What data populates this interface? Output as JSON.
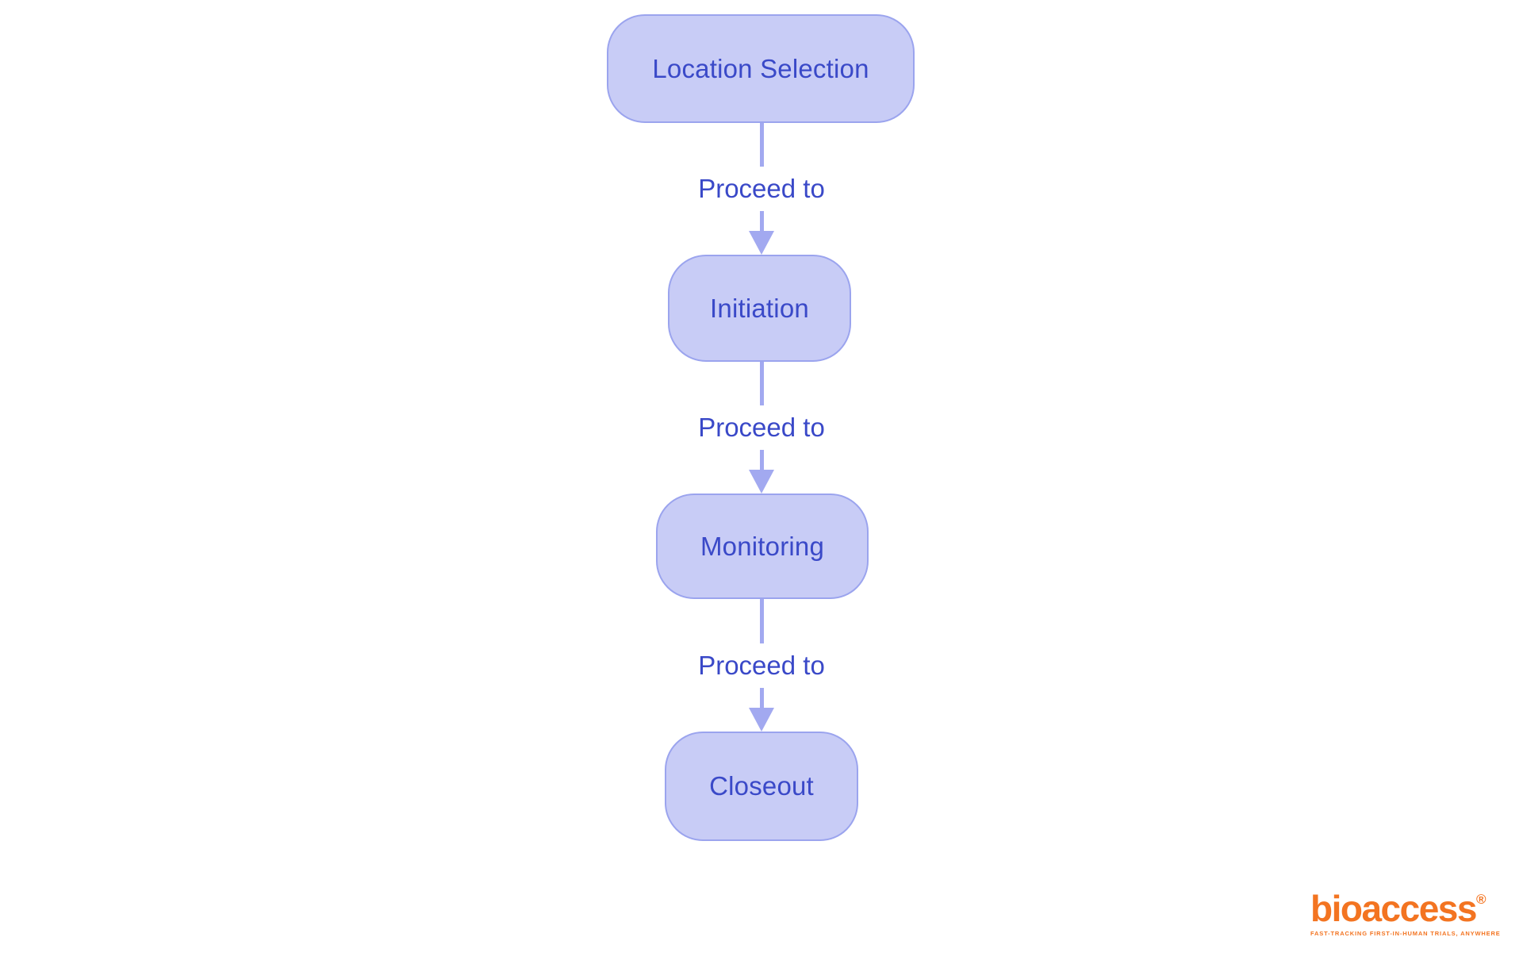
{
  "diagram": {
    "type": "flowchart",
    "orientation": "top-down",
    "nodes": [
      {
        "id": "location-selection",
        "label": "Location Selection"
      },
      {
        "id": "initiation",
        "label": "Initiation"
      },
      {
        "id": "monitoring",
        "label": "Monitoring"
      },
      {
        "id": "closeout",
        "label": "Closeout"
      }
    ],
    "edges": [
      {
        "from": "Location Selection",
        "to": "Initiation",
        "label": "Proceed to"
      },
      {
        "from": "Initiation",
        "to": "Monitoring",
        "label": "Proceed to"
      },
      {
        "from": "Monitoring",
        "to": "Closeout",
        "label": "Proceed to"
      }
    ],
    "colors": {
      "node_fill": "#c8ccf6",
      "node_border": "#9ba4ee",
      "node_text": "#3a49c8",
      "edge_line": "#a2a9f0",
      "edge_label_text": "#3a49c8",
      "background": "#ffffff"
    }
  },
  "branding": {
    "logo_text": "bioaccess",
    "logo_registered_mark": "®",
    "tagline": "FAST-TRACKING FIRST-IN-HUMAN TRIALS, ANYWHERE",
    "logo_color": "#f37421"
  }
}
